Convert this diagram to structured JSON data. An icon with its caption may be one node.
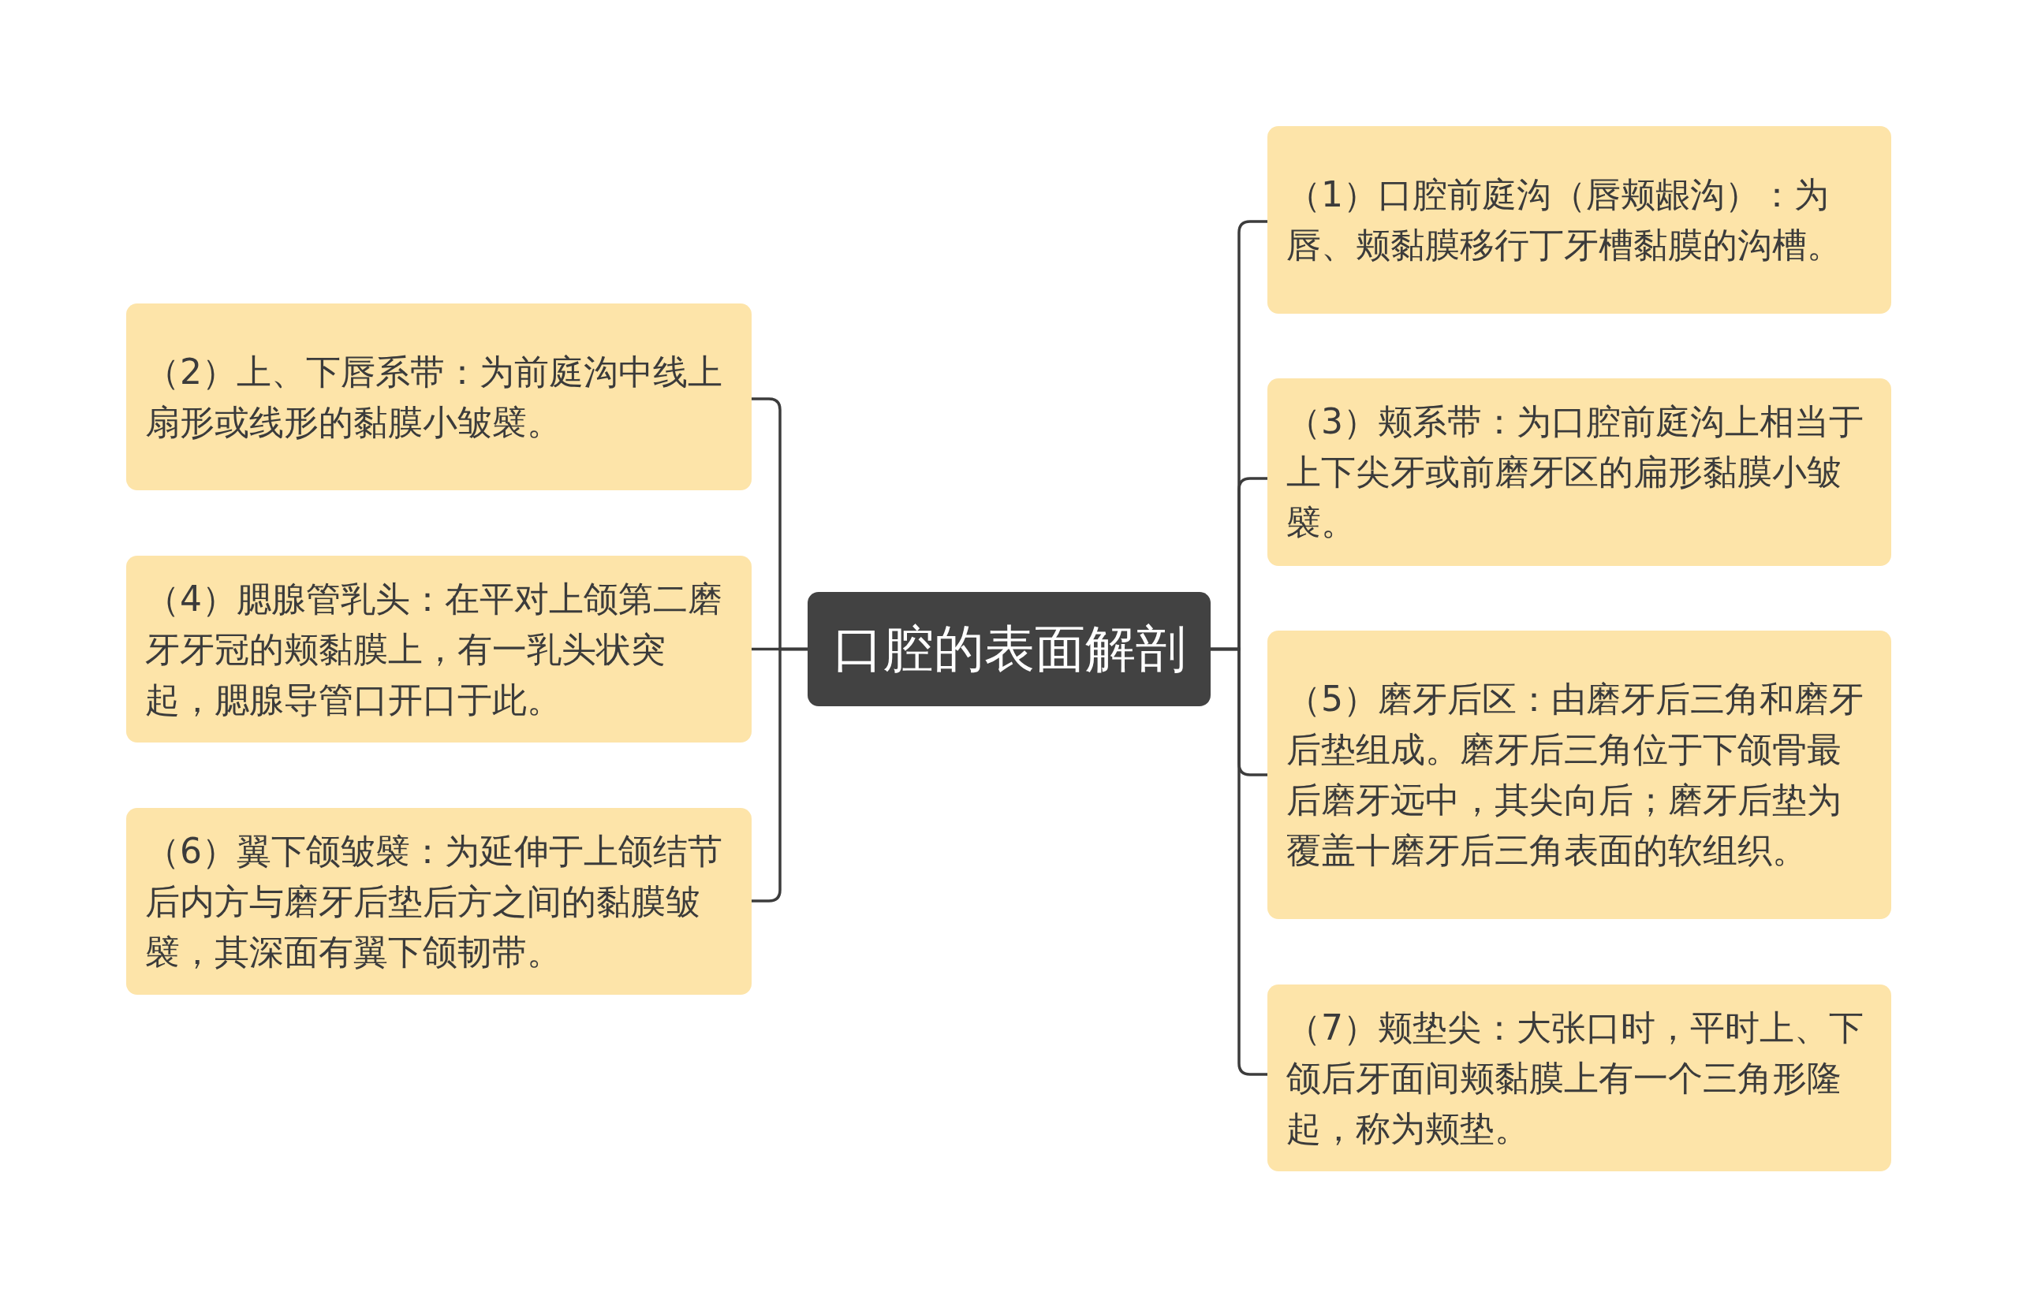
{
  "diagram": {
    "nodes": [
      {
        "text": [
          "口腔的表面解剖"
        ]
      },
      {
        "text": [
          "（1）口腔前庭沟（唇颊龈沟）：为唇、颊黏膜移行丁牙槽黏膜的沟槽。"
        ]
      },
      {
        "text": [
          "（2）上、下唇系带：为前庭沟中线上扇形或线形的黏膜小皱襞。"
        ]
      },
      {
        "text": [
          "（3）颊系带：为口腔前庭沟上相当于上下尖牙或前磨牙区的扁形黏膜小皱襞。"
        ]
      },
      {
        "text": [
          "（4）腮腺管乳头：在平对上颌第二磨牙牙冠的颊黏膜上，有一乳头状突起，腮腺导管口开口于此。"
        ]
      },
      {
        "text": [
          "（5）磨牙后区：由磨牙后三角和磨牙后垫组成。磨牙后三角位于下颌骨最后磨牙远中，其尖向后；磨牙后垫为覆盖十磨牙后三角表面的软组织。"
        ]
      },
      {
        "text": [
          "（6）翼下颌皱襞：为延伸于上颌结节后内方与磨牙后垫后方之间的黏膜皱襞，其深面有翼下颌韧带。"
        ]
      },
      {
        "text": [
          "（7）颊垫尖：大张口时，平时上、下颌后牙面间颊黏膜上有一个三角形隆起，称为颊垫。"
        ]
      }
    ],
    "edges": [
      {
        "from": 0,
        "to": 1,
        "arrow": "none"
      },
      {
        "from": 0,
        "to": 2,
        "arrow": "none"
      },
      {
        "from": 0,
        "to": 3,
        "arrow": "none"
      },
      {
        "from": 0,
        "to": 4,
        "arrow": "none"
      },
      {
        "from": 0,
        "to": 5,
        "arrow": "none"
      },
      {
        "from": 0,
        "to": 6,
        "arrow": "none"
      },
      {
        "from": 0,
        "to": 7,
        "arrow": "none"
      }
    ]
  }
}
